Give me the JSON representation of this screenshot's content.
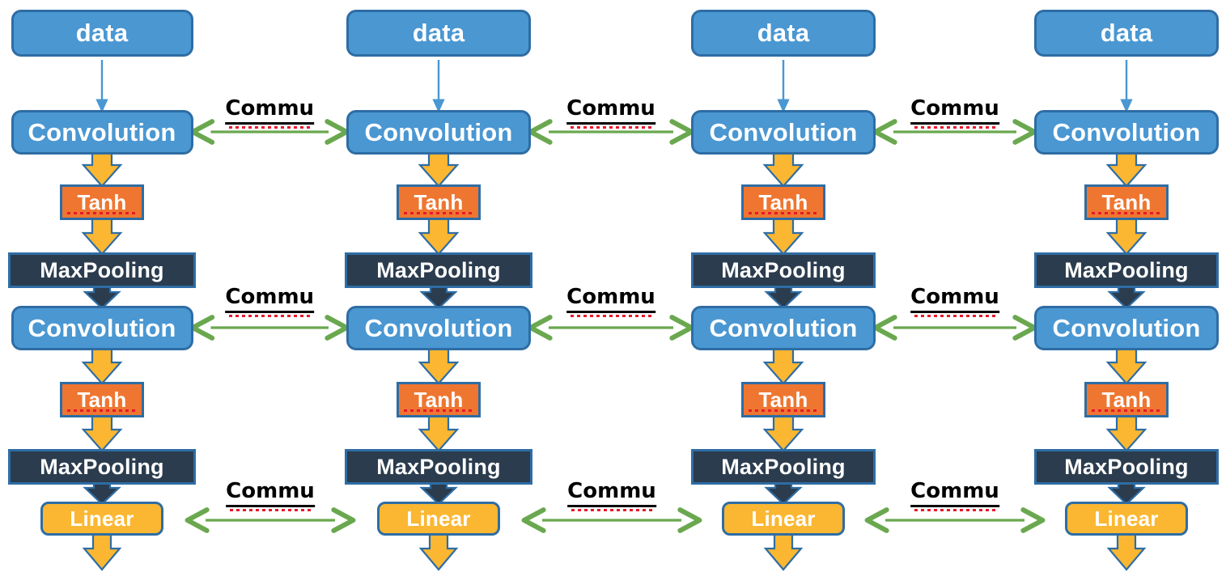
{
  "diagram": {
    "title": "Distributed CNN pipeline with communication between four replicas",
    "type": "flow-diagram",
    "replica_count": 4,
    "colors": {
      "data_box": "#4a97d2",
      "convolution_box": "#4a97d2",
      "maxpooling_box": "#2b3c4e",
      "tanh_box": "#ef7631",
      "linear_box": "#fbb731",
      "box_border": "#2e6da4",
      "flow_arrow_yellow": "#fbb731",
      "flow_arrow_dark": "#2b3c4e",
      "thin_arrow_blue": "#4a97d2",
      "commu_arrow_green": "#6aa84f",
      "commu_label_text": "#000000",
      "spellcheck_underline": "#e8192c",
      "box_text": "#ffffff",
      "background": "#ffffff"
    },
    "labels": {
      "data": "data",
      "convolution": "Convolution",
      "tanh": "Tanh",
      "maxpooling": "MaxPooling",
      "linear": "Linear",
      "commu": "Commu"
    },
    "columns": [
      {
        "index": 1,
        "nodes": [
          "data",
          "Convolution",
          "Tanh",
          "MaxPooling",
          "Convolution",
          "Tanh",
          "MaxPooling",
          "Linear"
        ]
      },
      {
        "index": 2,
        "nodes": [
          "data",
          "Convolution",
          "Tanh",
          "MaxPooling",
          "Convolution",
          "Tanh",
          "MaxPooling",
          "Linear"
        ]
      },
      {
        "index": 3,
        "nodes": [
          "data",
          "Convolution",
          "Tanh",
          "MaxPooling",
          "Convolution",
          "Tanh",
          "MaxPooling",
          "Linear"
        ]
      },
      {
        "index": 4,
        "nodes": [
          "data",
          "Convolution",
          "Tanh",
          "MaxPooling",
          "Convolution",
          "Tanh",
          "MaxPooling",
          "Linear"
        ]
      }
    ],
    "communication_links": [
      {
        "row": "convolution-1",
        "label": "Commu",
        "between": [
          1,
          2
        ],
        "direction": "bidirectional"
      },
      {
        "row": "convolution-1",
        "label": "Commu",
        "between": [
          2,
          3
        ],
        "direction": "bidirectional"
      },
      {
        "row": "convolution-1",
        "label": "Commu",
        "between": [
          3,
          4
        ],
        "direction": "bidirectional"
      },
      {
        "row": "convolution-2",
        "label": "Commu",
        "between": [
          1,
          2
        ],
        "direction": "bidirectional"
      },
      {
        "row": "convolution-2",
        "label": "Commu",
        "between": [
          2,
          3
        ],
        "direction": "bidirectional"
      },
      {
        "row": "convolution-2",
        "label": "Commu",
        "between": [
          3,
          4
        ],
        "direction": "bidirectional"
      },
      {
        "row": "linear",
        "label": "Commu",
        "between": [
          1,
          2
        ],
        "direction": "bidirectional"
      },
      {
        "row": "linear",
        "label": "Commu",
        "between": [
          2,
          3
        ],
        "direction": "bidirectional"
      },
      {
        "row": "linear",
        "label": "Commu",
        "between": [
          3,
          4
        ],
        "direction": "bidirectional"
      }
    ]
  }
}
